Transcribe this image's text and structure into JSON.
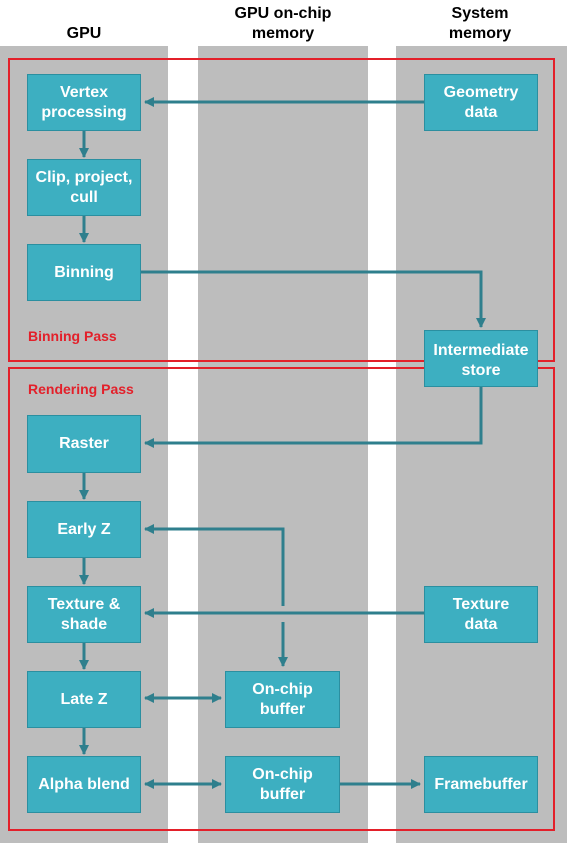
{
  "columns": {
    "gpu": "GPU",
    "onchip": "GPU on-chip memory",
    "system": "System memory"
  },
  "passes": {
    "binning": "Binning Pass",
    "rendering": "Rendering Pass"
  },
  "boxes": {
    "vertex": "Vertex processing",
    "clip": "Clip, project, cull",
    "binning": "Binning",
    "geometry": "Geometry data",
    "intermediate": "Intermediate store",
    "raster": "Raster",
    "earlyz": "Early Z",
    "texshade": "Texture & shade",
    "texdata": "Texture data",
    "latez": "Late Z",
    "onchip1": "On-chip buffer",
    "alpha": "Alpha blend",
    "onchip2": "On-chip buffer",
    "framebuffer": "Framebuffer"
  },
  "colors": {
    "box_fill": "#3dafc1",
    "arrow": "#2f7f8d",
    "pass_frame": "#e3202a",
    "lane": "#bdbdbd"
  }
}
